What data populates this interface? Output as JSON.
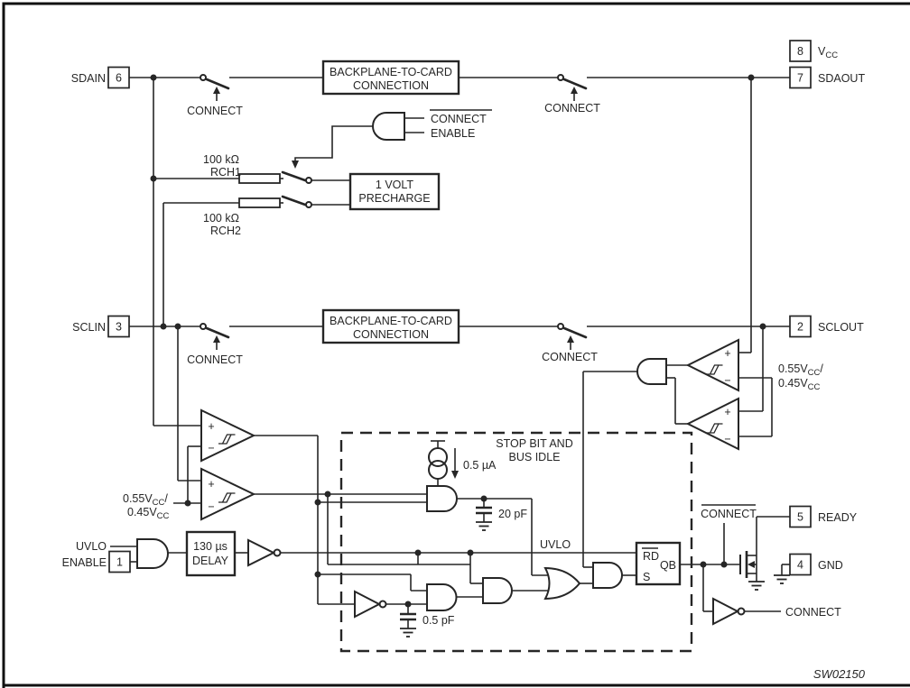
{
  "figure": {
    "drawing_number": "SW02150"
  },
  "pins": {
    "sdain": {
      "num": "6",
      "label": "SDAIN"
    },
    "sclin": {
      "num": "3",
      "label": "SCLIN"
    },
    "enable": {
      "num": "1",
      "label": "ENABLE"
    },
    "vcc": {
      "num": "8",
      "label_main": "V",
      "label_sub": "CC"
    },
    "sdaout": {
      "num": "7",
      "label": "SDAOUT"
    },
    "sclout": {
      "num": "2",
      "label": "SCLOUT"
    },
    "ready": {
      "num": "5",
      "label": "READY"
    },
    "gnd": {
      "num": "4",
      "label": "GND"
    }
  },
  "blocks": {
    "backplane_sda": {
      "line1": "BACKPLANE-TO-CARD",
      "line2": "CONNECTION"
    },
    "backplane_scl": {
      "line1": "BACKPLANE-TO-CARD",
      "line2": "CONNECTION"
    },
    "precharge": {
      "line1": "1 VOLT",
      "line2": "PRECHARGE"
    },
    "delay": {
      "line1": "130 µs",
      "line2": "DELAY"
    },
    "stop_bit": {
      "line1": "STOP BIT AND",
      "line2": "BUS IDLE"
    },
    "flipflop": {
      "reset": "RD",
      "set": "S",
      "out": "QB"
    }
  },
  "signals": {
    "connect_sda_left": "CONNECT",
    "connect_sda_right": "CONNECT",
    "connect_scl_left": "CONNECT",
    "connect_scl_right": "CONNECT",
    "connect_bar_gate": "CONNECT",
    "enable_gate": "ENABLE",
    "uvlo_input": "UVLO",
    "uvlo_internal": "UVLO",
    "connect_bar_mosfet": "CONNECT",
    "connect_output": "CONNECT"
  },
  "components": {
    "rch1": {
      "value": "100 kΩ",
      "name": "RCH1"
    },
    "rch2": {
      "value": "100 kΩ",
      "name": "RCH2"
    },
    "current_source": "0.5 µA",
    "cap_idle": "20 pF",
    "cap_filter": "0.5 pF",
    "vref_left": {
      "v1": "0.55V",
      "s1": "CC",
      "slash": "/",
      "v2": "0.45V",
      "s2": "CC"
    },
    "vref_right": {
      "v1": "0.55V",
      "s1": "CC",
      "slash": "/",
      "v2": "0.45V",
      "s2": "CC"
    },
    "plus": "+",
    "minus": "−"
  }
}
